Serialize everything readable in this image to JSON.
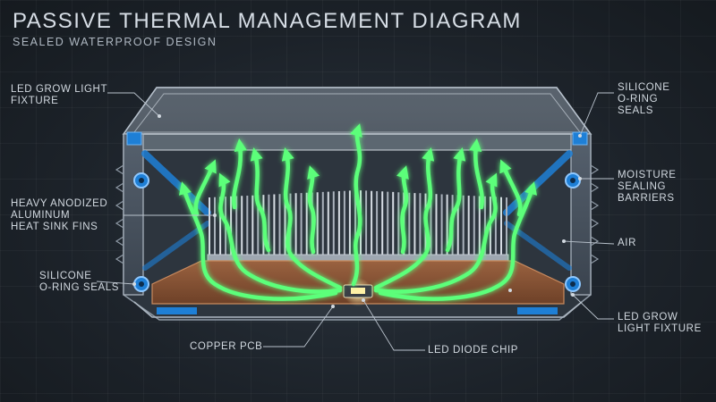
{
  "header": {
    "title": "PASSIVE THERMAL MANAGEMENT DIAGRAM",
    "subtitle": "SEALED WATERPROOF DESIGN"
  },
  "labels": {
    "led_fixture_top": [
      "LED GROW LIGHT",
      "FIXTURE"
    ],
    "silicone_seals_top": [
      "SILICONE",
      "O-RING",
      "SEALS"
    ],
    "heat_sink": [
      "HEAVY ANODIZED",
      "ALUMINUM",
      "HEAT SINK FINS"
    ],
    "moisture_barriers": [
      "MOISTURE",
      "SEALING",
      "BARRIERS"
    ],
    "air": [
      "AIR"
    ],
    "silicone_seals_left": [
      "SILICONE",
      "O-RING SEALS"
    ],
    "led_fixture_bottom": [
      "LED GROW",
      "LIGHT FIXTURE"
    ],
    "copper_pcb": [
      "COPPER PCB"
    ],
    "led_chip": [
      "LED DIODE CHIP"
    ]
  },
  "colors": {
    "background": "#1b2128",
    "housing": "#4a5563",
    "housing_edge": "#aeb8c3",
    "fins": "#c2c9d1",
    "pcb": "#8a5536",
    "seal_blue": "#1e7fd6",
    "heat_arrow": "#5cff7a",
    "label_text": "#d2d9e0",
    "leader_line": "#b9c2cc"
  },
  "icons": {
    "heat_flow": "curved-up-arrow",
    "seal": "o-ring-circle"
  }
}
